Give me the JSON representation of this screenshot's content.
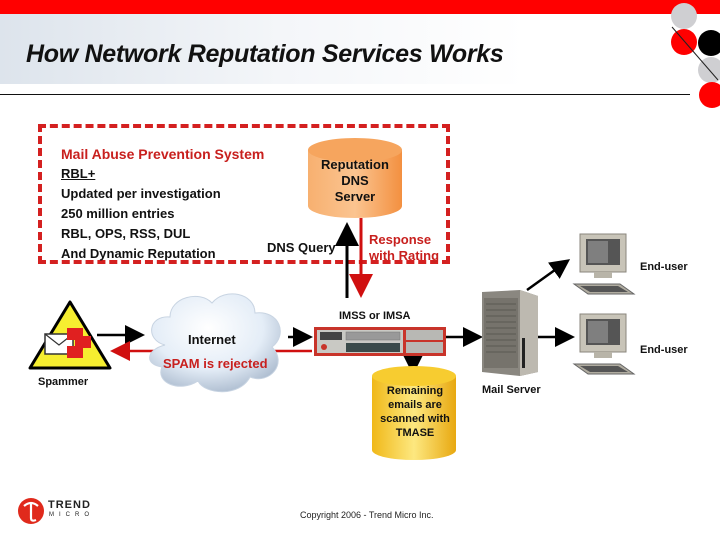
{
  "slide": {
    "title": "How Network Reputation Services Works",
    "colors": {
      "accent_red": "#ff0000",
      "label_red": "#c8201e",
      "dns_orange": "#f8a050",
      "tmase_yellow": "#f5c020"
    }
  },
  "maps_box": {
    "title": "Mail Abuse Prevention System",
    "lines": [
      "RBL+",
      "Updated per investigation",
      "250 million entries",
      "RBL, OPS, RSS, DUL",
      "And Dynamic Reputation"
    ]
  },
  "dns_server": {
    "lines": [
      "Reputation",
      "DNS",
      "Server"
    ]
  },
  "labels": {
    "dns_query": "DNS Query",
    "response": [
      "Response",
      "with Rating"
    ],
    "imss": "IMSS or IMSA",
    "internet": "Internet",
    "spam_rejected": "SPAM is rejected",
    "spammer": "Spammer",
    "mail_server": "Mail Server",
    "end_user_1": "End-user",
    "end_user_2": "End-user"
  },
  "tmase": {
    "lines": [
      "Remaining",
      "emails are",
      "scanned with",
      "TMASE"
    ]
  },
  "footer": {
    "copyright": "Copyright 2006 - Trend Micro Inc.",
    "logo_top": "TREND",
    "logo_bottom": "MICRO"
  },
  "icons": [
    "spammer-warning-icon",
    "cloud-icon",
    "appliance-icon",
    "database-icon",
    "server-tower-icon",
    "computer-icon",
    "trend-micro-logo-icon"
  ]
}
